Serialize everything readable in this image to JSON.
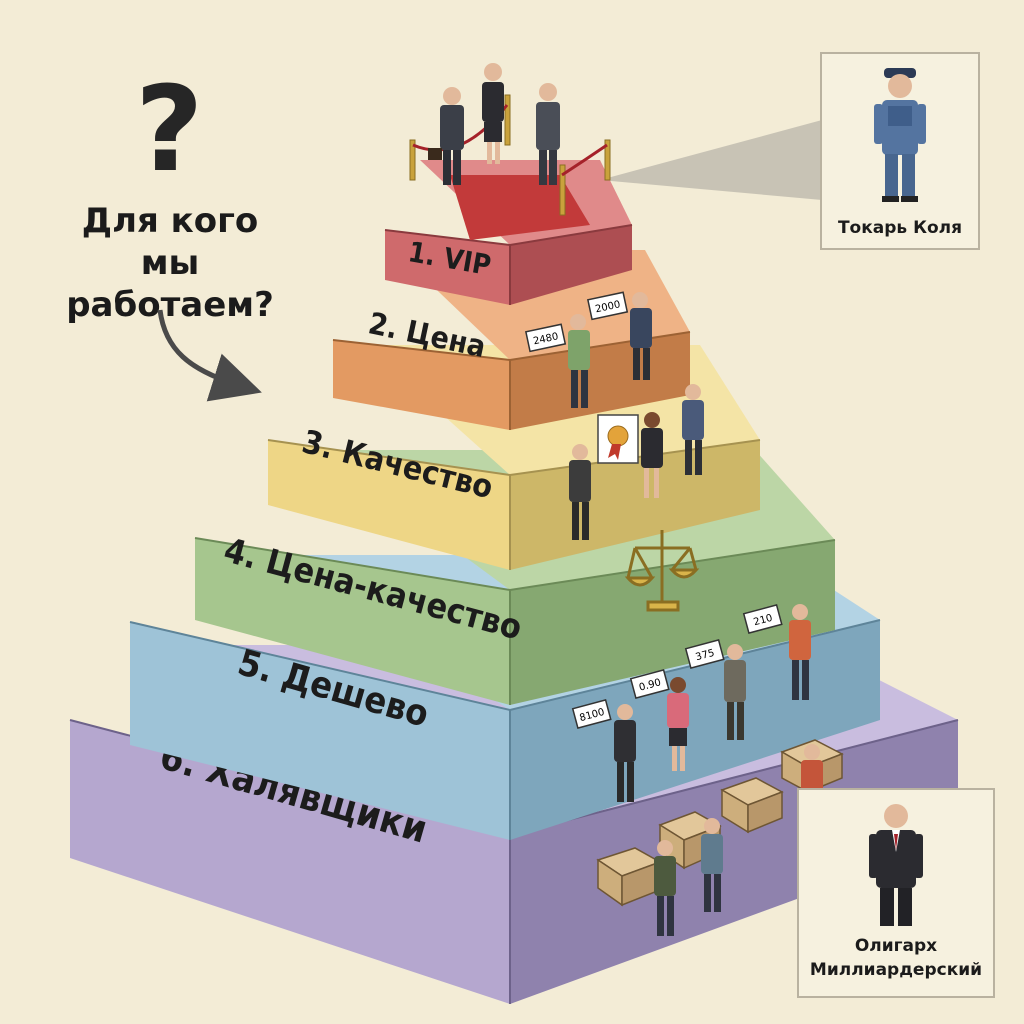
{
  "question": {
    "line1": "Для кого",
    "line2": "мы работаем?"
  },
  "pyramid": {
    "tiers": [
      {
        "label": "1. VIP",
        "color": "#cf6a6c"
      },
      {
        "label": "2. Цена",
        "color": "#e39a62"
      },
      {
        "label": "3. Качество",
        "color": "#eed686"
      },
      {
        "label": "4. Цена-качество",
        "color": "#a6c68e"
      },
      {
        "label": "5. Дешево",
        "color": "#9ec3d7"
      },
      {
        "label": "6. Халявщики",
        "color": "#b5a7cf"
      }
    ],
    "price_tags": [
      "2480",
      "2000",
      "8100",
      "0.90",
      "375",
      "210"
    ]
  },
  "panels": {
    "top": {
      "caption": "Токарь Коля"
    },
    "bottom": {
      "caption_line1": "Олигарх",
      "caption_line2": "Миллиардерский"
    }
  }
}
